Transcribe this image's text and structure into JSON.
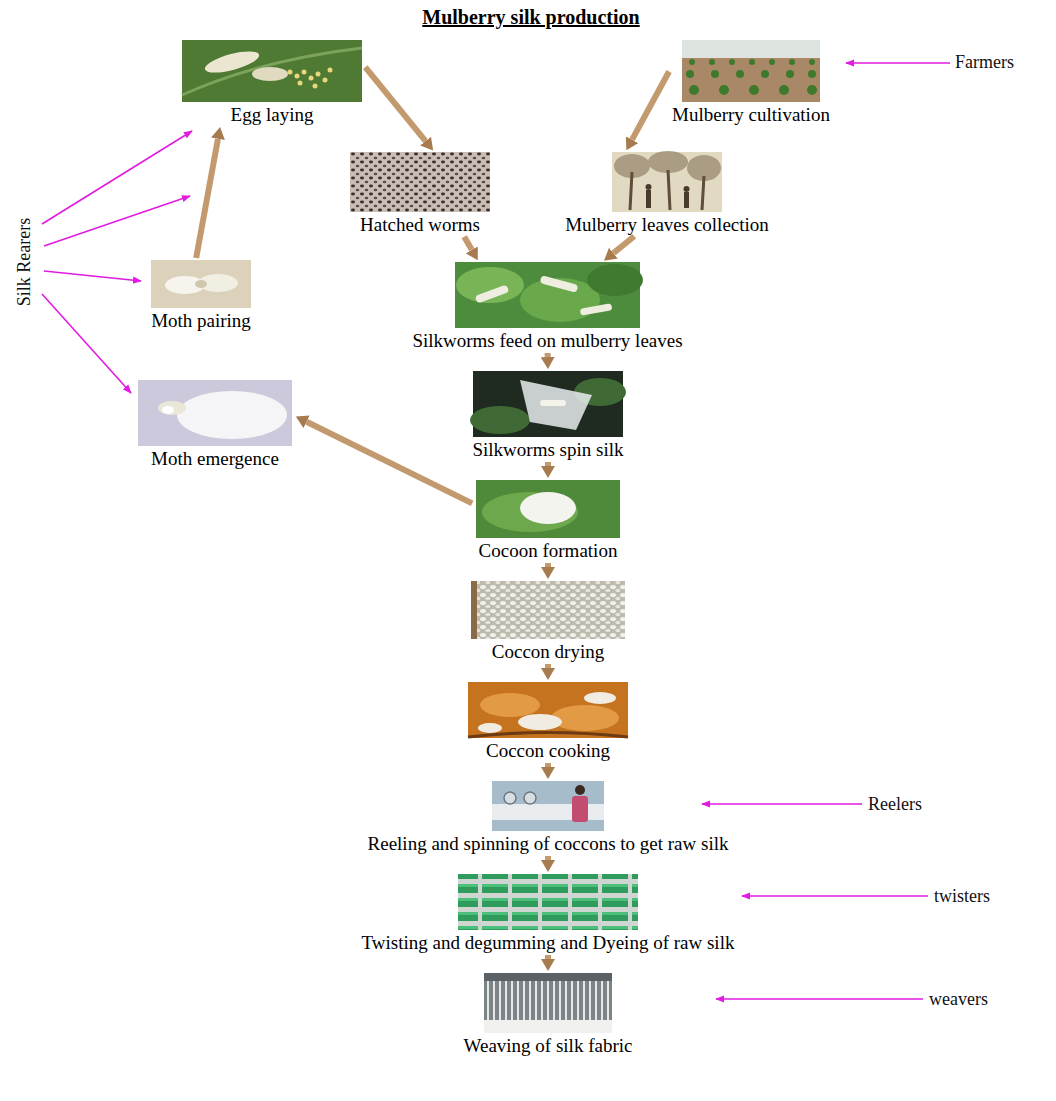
{
  "diagram": {
    "title": "Mulberry silk production",
    "nodes": [
      {
        "text": [
          "Egg laying"
        ]
      },
      {
        "text": [
          "Mulberry cultivation"
        ]
      },
      {
        "text": [
          "Hatched worms"
        ]
      },
      {
        "text": [
          "Mulberry leaves collection"
        ]
      },
      {
        "text": [
          "Silkworms feed on mulberry leaves"
        ]
      },
      {
        "text": [
          "Moth pairing"
        ]
      },
      {
        "text": [
          "Silkworms spin silk"
        ]
      },
      {
        "text": [
          "Moth emergence"
        ]
      },
      {
        "text": [
          "Cocoon formation"
        ]
      },
      {
        "text": [
          "Coccon drying"
        ]
      },
      {
        "text": [
          "Coccon cooking"
        ]
      },
      {
        "text": [
          "Reeling and spinning of coccons to get raw silk"
        ]
      },
      {
        "text": [
          "Twisting and degumming and Dyeing of raw silk"
        ]
      },
      {
        "text": [
          "Weaving of silk fabric"
        ]
      }
    ],
    "edges": [
      {
        "from": 0,
        "to": 2,
        "arrow": "to"
      },
      {
        "from": 1,
        "to": 3,
        "arrow": "to"
      },
      {
        "from": 2,
        "to": 4,
        "arrow": "to"
      },
      {
        "from": 3,
        "to": 4,
        "arrow": "to"
      },
      {
        "from": 4,
        "to": 6,
        "arrow": "to"
      },
      {
        "from": 6,
        "to": 8,
        "arrow": "to"
      },
      {
        "from": 8,
        "to": 7,
        "arrow": "to"
      },
      {
        "from": 5,
        "to": 0,
        "arrow": "to"
      },
      {
        "from": 8,
        "to": 9,
        "arrow": "to"
      },
      {
        "from": 9,
        "to": 10,
        "arrow": "to"
      },
      {
        "from": 10,
        "to": 11,
        "arrow": "to"
      },
      {
        "from": 11,
        "to": 12,
        "arrow": "to"
      },
      {
        "from": 12,
        "to": 13,
        "arrow": "to"
      }
    ],
    "labels": [
      "Farmers",
      "Silk Rearers",
      "Reelers",
      "twisters",
      "weavers"
    ]
  }
}
